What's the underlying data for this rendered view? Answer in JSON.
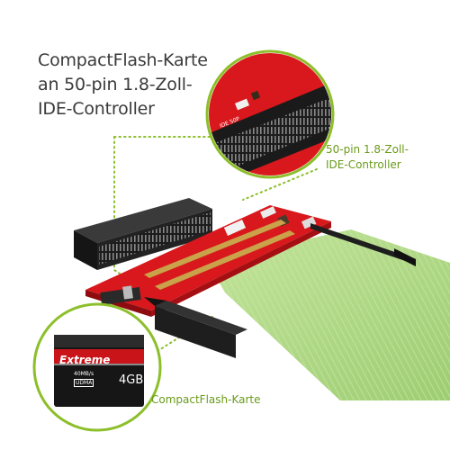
{
  "title_lines": [
    "CompactFlash-Karte",
    "an 50-pin 1.8-Zoll-",
    "IDE-Controller"
  ],
  "callout_ide": [
    "50-pin 1.8-Zoll-",
    "IDE-Controller"
  ],
  "callout_cf": "CompactFlash-Karte",
  "cf_card": {
    "brand": "Extreme",
    "speed": "40MB/s",
    "mode": "UDMA",
    "capacity": "4GB"
  },
  "colors": {
    "pcb_red": "#d8181c",
    "connector_black": "#1e1e1e",
    "card_green": "#9fd066",
    "callout_green": "#8cbf2a",
    "text_gray": "#3a3a3a"
  }
}
